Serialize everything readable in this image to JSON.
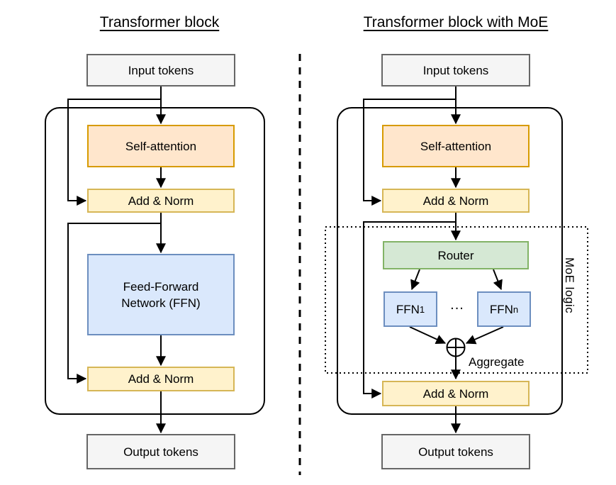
{
  "left": {
    "title": "Transformer block",
    "input_label": "Input tokens",
    "self_attention_label": "Self-attention",
    "add_norm_1_label": "Add & Norm",
    "ffn_label_line1": "Feed-Forward",
    "ffn_label_line2": "Network (FFN)",
    "add_norm_2_label": "Add & Norm",
    "output_label": "Output tokens"
  },
  "right": {
    "title": "Transformer block with MoE",
    "input_label": "Input tokens",
    "self_attention_label": "Self-attention",
    "add_norm_1_label": "Add & Norm",
    "router_label": "Router",
    "ffn1_base": "FFN",
    "ffn1_sub": "1",
    "ffnn_base": "FFN",
    "ffnn_sub": "n",
    "dots_label": "...",
    "aggregate_label": "Aggregate",
    "moe_logic_label": "MoE logic",
    "add_norm_2_label": "Add & Norm",
    "output_label": "Output tokens"
  },
  "colors": {
    "background": "#ffffff",
    "line": "#000000",
    "token_fill": "#f5f5f5",
    "token_stroke": "#666666",
    "attention_fill": "#ffe6cc",
    "attention_stroke": "#d79b00",
    "norm_fill": "#fff2cc",
    "norm_stroke": "#d6b656",
    "ffn_fill": "#dae8fc",
    "ffn_stroke": "#6c8ebf",
    "router_fill": "#d5e8d4",
    "router_stroke": "#82b366"
  }
}
